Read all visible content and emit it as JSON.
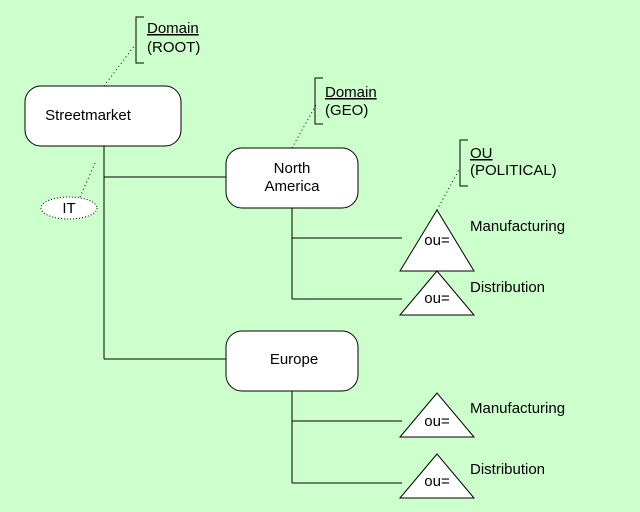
{
  "diagram": {
    "background": "#ccffcc",
    "root": {
      "label": "Streetmarket"
    },
    "root_annotation": {
      "title": "Domain",
      "subtitle": "(ROOT)"
    },
    "it_tag": {
      "label": "IT"
    },
    "geo_annotation": {
      "title": "Domain",
      "subtitle": "(GEO)"
    },
    "north_america": {
      "line1": "North",
      "line2": "America"
    },
    "europe": {
      "label": "Europe"
    },
    "ou_annotation": {
      "title": "OU",
      "subtitle": "(POLITICAL)"
    },
    "ou_nodes": [
      {
        "prefix": "ou=",
        "label": "Manufacturing"
      },
      {
        "prefix": "ou=",
        "label": "Distribution"
      },
      {
        "prefix": "ou=",
        "label": "Manufacturing"
      },
      {
        "prefix": "ou=",
        "label": "Distribution"
      }
    ]
  }
}
